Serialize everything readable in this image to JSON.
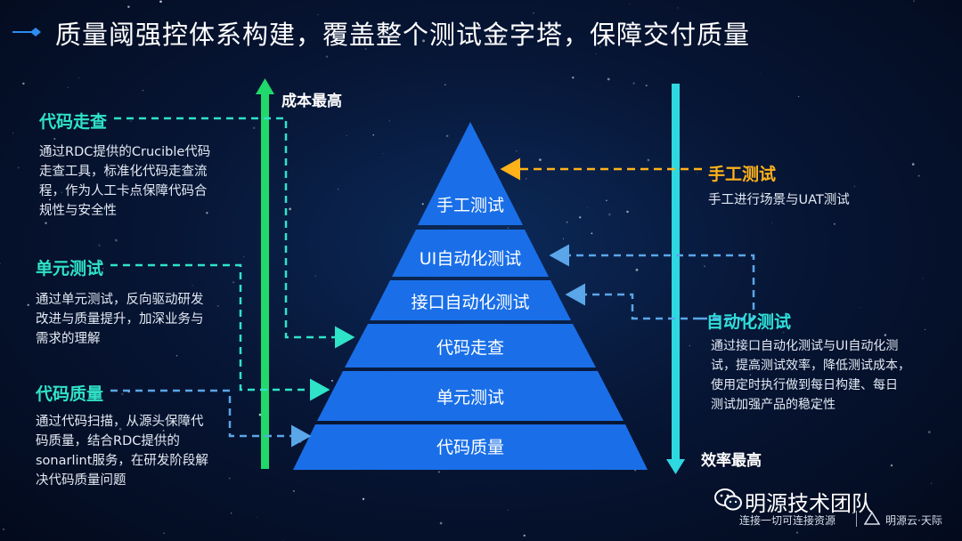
{
  "title": "质量阈强控体系构建，覆盖整个测试金字塔，保障交付质量",
  "left_axis": {
    "label": "成本最高"
  },
  "right_axis": {
    "label": "效率最高"
  },
  "pyramid": {
    "layers": [
      "手工测试",
      "UI自动化测试",
      "接口自动化测试",
      "代码走查",
      "单元测试",
      "代码质量"
    ]
  },
  "left_sections": [
    {
      "title": "代码走查",
      "lines": [
        "通过RDC提供的Crucible代码",
        "走查工具，标准化代码走查流",
        "程，作为人工卡点保障代码合",
        "规性与安全性"
      ]
    },
    {
      "title": "单元测试",
      "lines": [
        "通过单元测试，反向驱动研发",
        "改进与质量提升，加深业务与",
        "需求的理解"
      ]
    },
    {
      "title": "代码质量",
      "lines": [
        "通过代码扫描，从源头保障代",
        "码质量，结合RDC提供的",
        "sonarlint服务，在研发阶段解",
        "决代码质量问题"
      ]
    }
  ],
  "right_sections": [
    {
      "title": "手工测试",
      "lines": [
        "手工进行场景与UAT测试"
      ]
    },
    {
      "title": "自动化测试",
      "lines": [
        "通过接口自动化测试与UI自动化测",
        "试，提高测试效率，降低测试成本，",
        "使用定时执行做到每日构建、每日",
        "测试加强产品的稳定性"
      ]
    }
  ],
  "footer": {
    "brand": "明源技术团队",
    "slogan": "连接一切可连接资源",
    "sub_brand": "明源云·天际"
  },
  "colors": {
    "pyramid": "#1a6fe8",
    "left_arrow": "#21d86a",
    "right_arrow": "#2ed8e0",
    "teal_dash": "#2fe3c8",
    "orange_dash": "#ffb21a",
    "blue_dash": "#5aa6e8"
  }
}
